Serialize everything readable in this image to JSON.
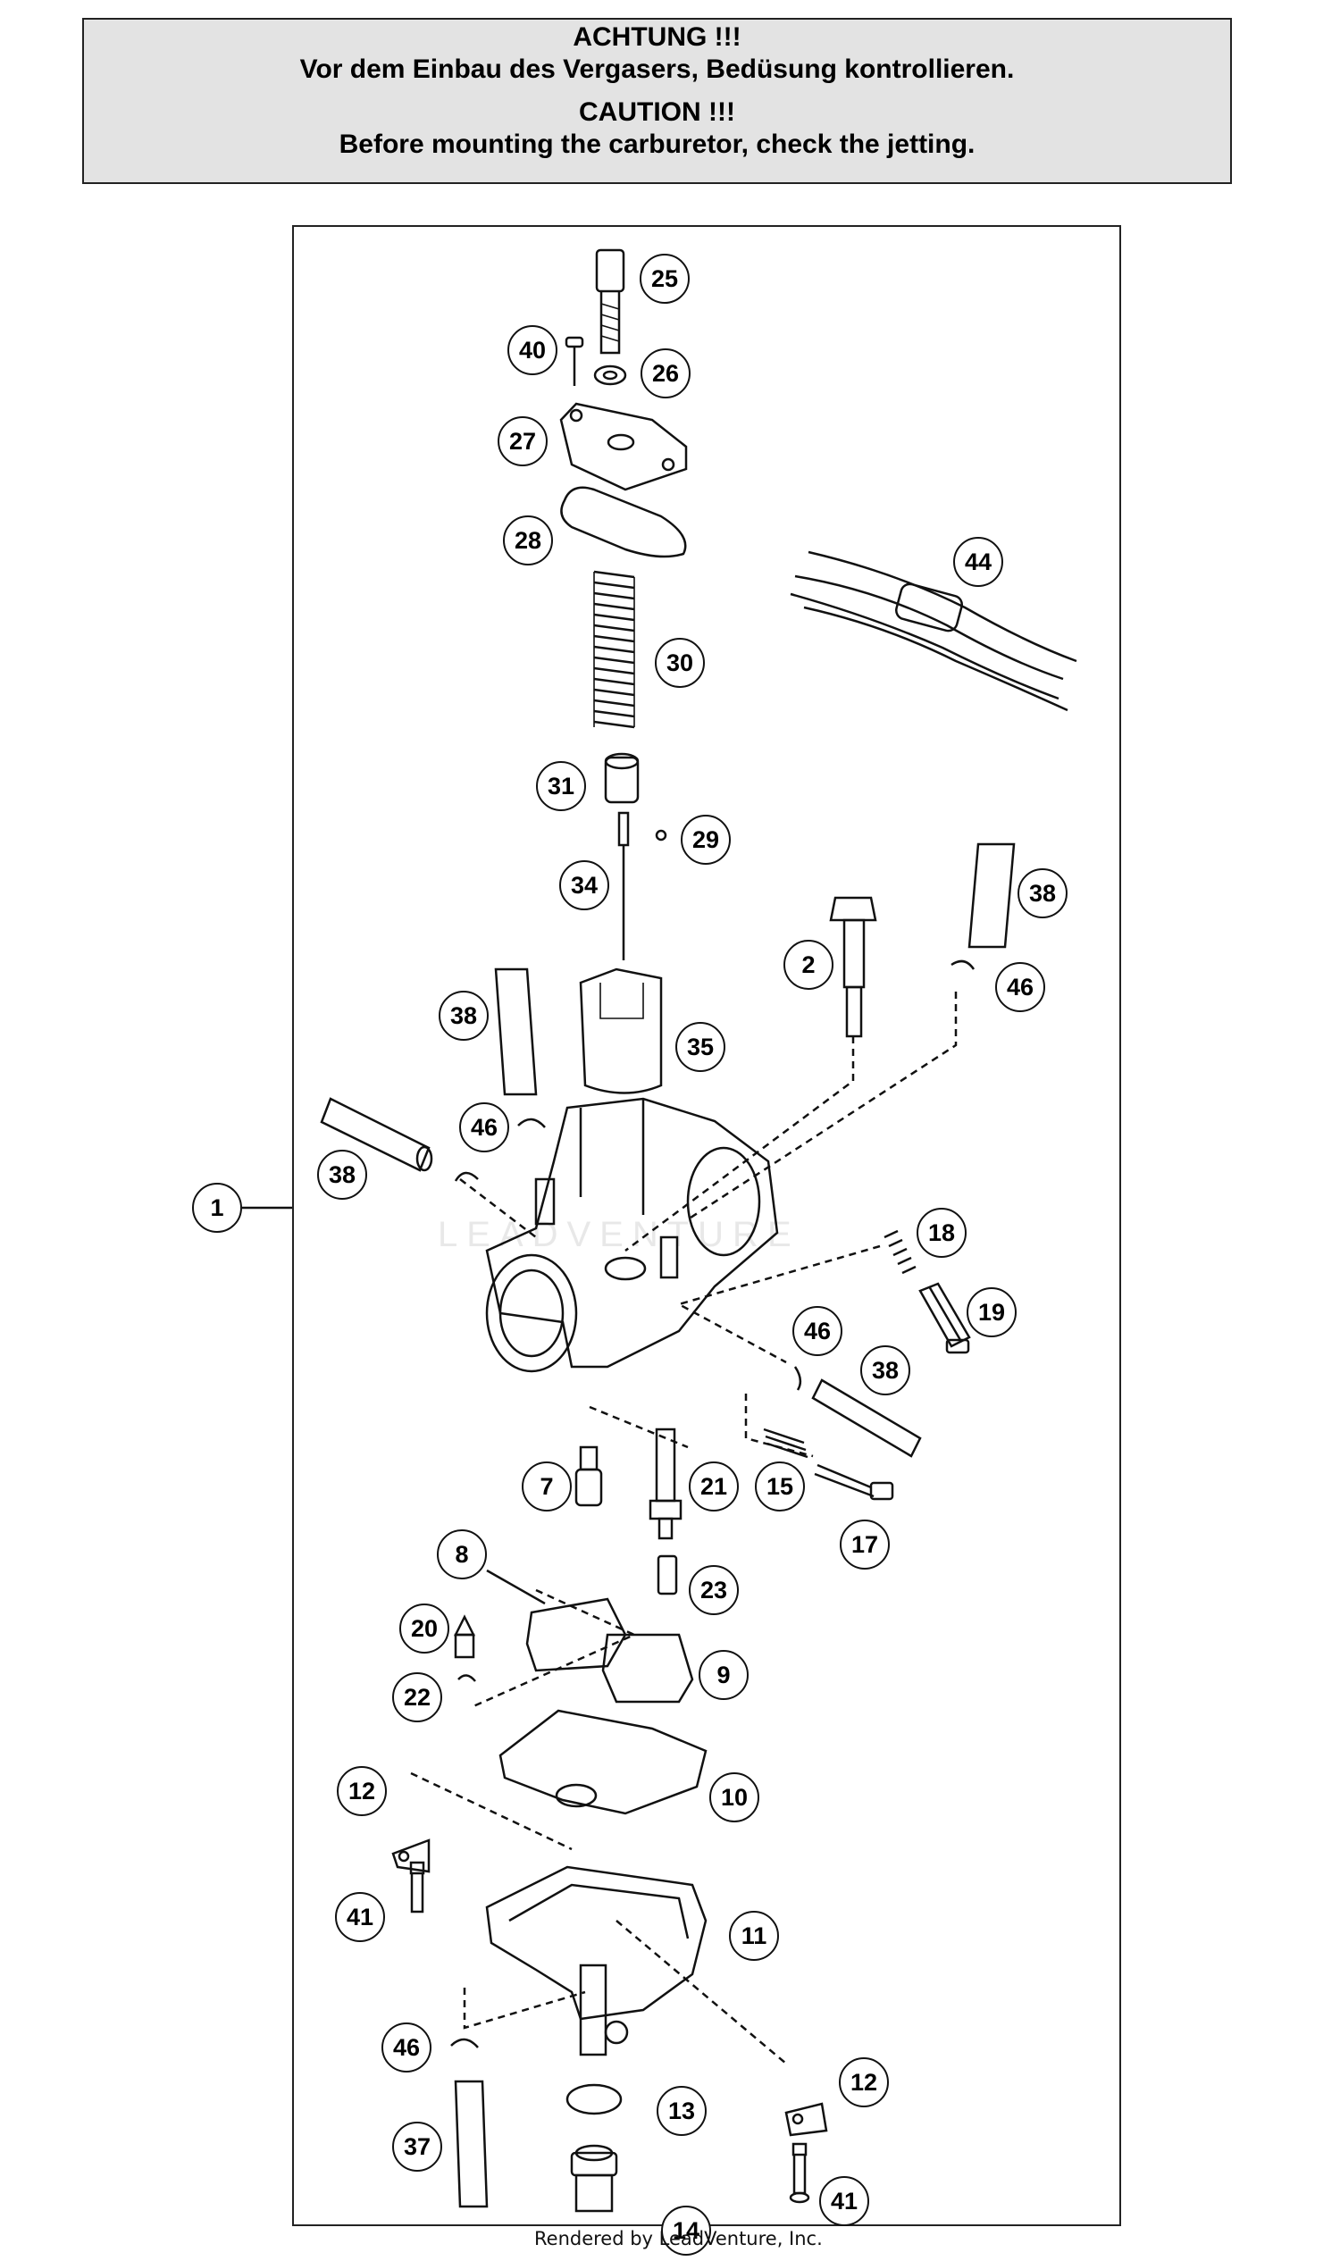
{
  "notice": {
    "line1": "ACHTUNG !!!",
    "line2": "Vor dem Einbau des Vergasers, Bedüsung kontrollieren.",
    "line3": "CAUTION !!!",
    "line4": "Before mounting the carburetor, check the jetting."
  },
  "watermark": "LEADVENTURE",
  "footer": "Rendered by LeadVenture, Inc.",
  "callouts": {
    "c1": "1",
    "c2": "2",
    "c7": "7",
    "c8": "8",
    "c9": "9",
    "c10": "10",
    "c11": "11",
    "c12a": "12",
    "c12b": "12",
    "c13": "13",
    "c14": "14",
    "c15": "15",
    "c17": "17",
    "c18": "18",
    "c19": "19",
    "c20": "20",
    "c21": "21",
    "c22": "22",
    "c23": "23",
    "c25": "25",
    "c26": "26",
    "c27": "27",
    "c28": "28",
    "c29": "29",
    "c30": "30",
    "c31": "31",
    "c34": "34",
    "c35": "35",
    "c37": "37",
    "c38a": "38",
    "c38b": "38",
    "c38c": "38",
    "c38d": "38",
    "c40": "40",
    "c41a": "41",
    "c41b": "41",
    "c44": "44",
    "c46a": "46",
    "c46b": "46",
    "c46c": "46",
    "c46d": "46"
  }
}
